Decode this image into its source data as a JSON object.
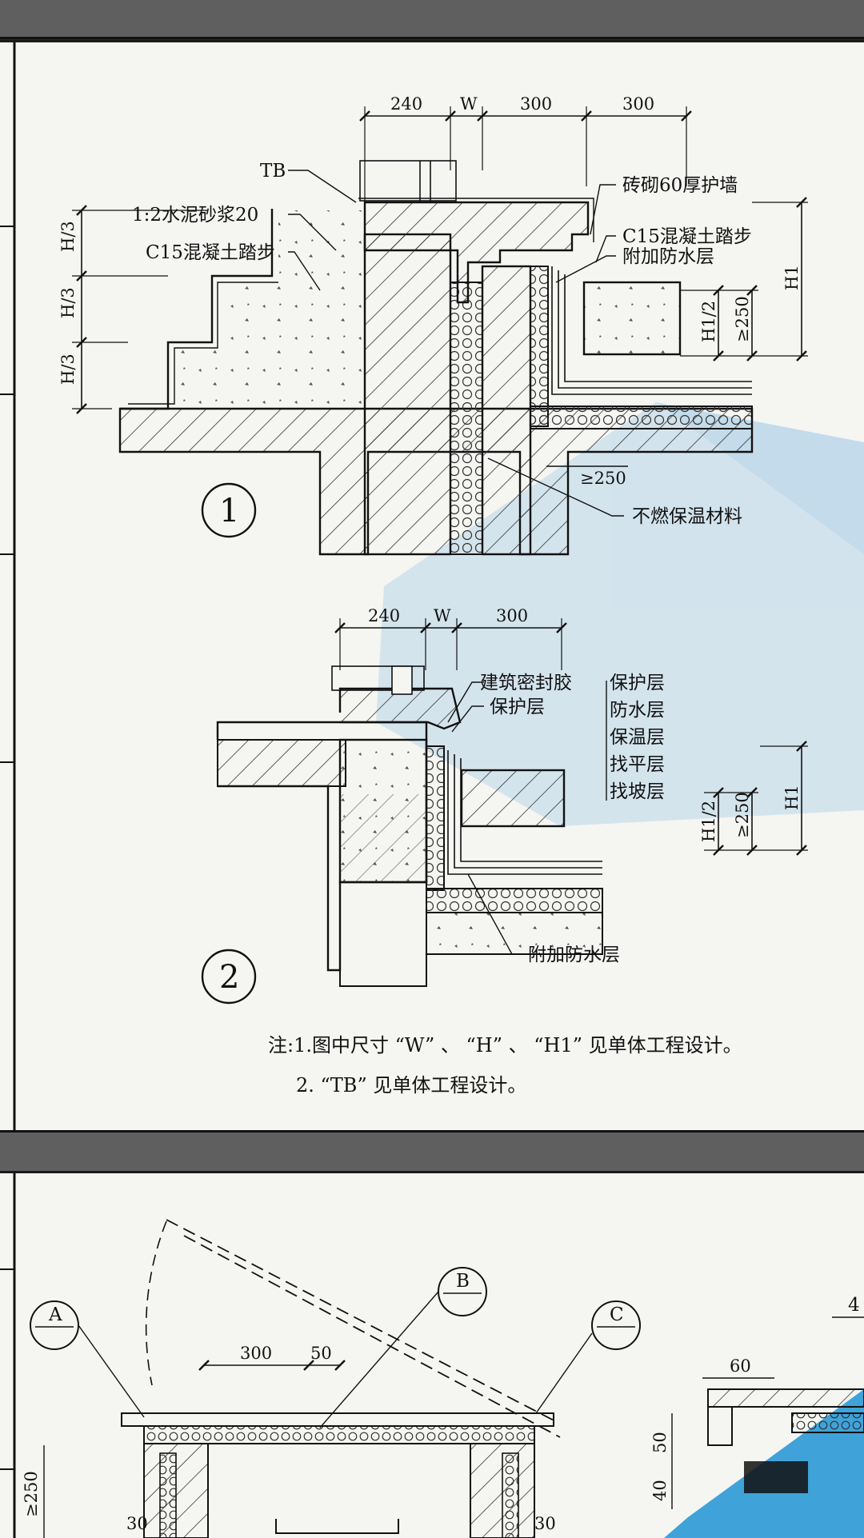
{
  "detail1": {
    "number": "1",
    "dims": {
      "d240": "240",
      "dW": "W",
      "d300a": "300",
      "d300b": "300",
      "h3a": "H/3",
      "h3b": "H/3",
      "h3c": "H/3",
      "h1half": "H1/2",
      "ge250": "≥250",
      "h1": "H1",
      "ge250b": "≥250"
    },
    "labels": {
      "tb": "TB",
      "mortar": "1:2水泥砂浆20",
      "step_left": "C15混凝土踏步",
      "brick_wall": "砖砌60厚护墙",
      "step_right": "C15混凝土踏步",
      "extra_waterproof": "附加防水层",
      "insulation": "不燃保温材料"
    }
  },
  "detail2": {
    "number": "2",
    "dims": {
      "d240": "240",
      "dW": "W",
      "d300": "300",
      "h1half": "H1/2",
      "ge250": "≥250",
      "h1": "H1"
    },
    "labels": {
      "sealant": "建筑密封胶",
      "protect_left": "保护层",
      "layers": [
        "保护层",
        "防水层",
        "保温层",
        "找平层",
        "找坡层"
      ],
      "extra_waterproof": "附加防水层"
    }
  },
  "notes": {
    "line1": "注:1.图中尺寸 “W” 、 “H” 、 “H1” 见单体工程设计。",
    "line2": "2. “TB” 见单体工程设计。"
  },
  "detail3": {
    "callouts": {
      "a": "A",
      "b": "B",
      "c": "C"
    },
    "dims": {
      "d300": "300",
      "d50": "50",
      "d60": "60",
      "d50b": "50",
      "d40": "40",
      "d30a": "30",
      "d30b": "30",
      "ge250": "≥250",
      "four": "4"
    }
  }
}
